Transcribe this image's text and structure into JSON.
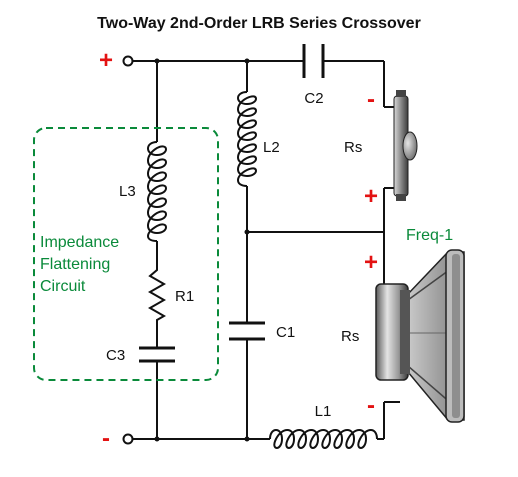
{
  "title": "Two-Way 2nd-Order LRB Series Crossover",
  "labels": {
    "c2": "C2",
    "l2": "L2",
    "l3": "L3",
    "r1": "R1",
    "c3": "C3",
    "c1": "C1",
    "l1": "L1",
    "rs_tweeter": "Rs",
    "rs_woofer": "Rs",
    "freq": "Freq-1"
  },
  "impedance_circuit": {
    "line1": "Impedance",
    "line2": "Flattening",
    "line3": "Circuit"
  },
  "signs": {
    "input_plus": "+",
    "input_minus": "-",
    "tweeter_minus": "-",
    "tweeter_plus": "+",
    "woofer_plus": "+",
    "woofer_minus": "-"
  },
  "colors": {
    "sign": "#e31212",
    "annotation": "#0a8a3a",
    "wire": "#111111"
  }
}
